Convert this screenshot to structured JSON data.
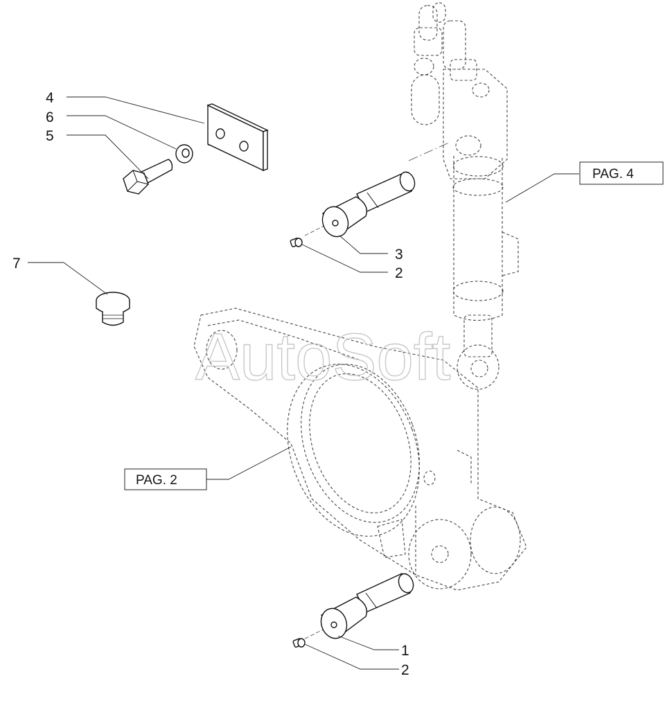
{
  "watermark": "AutoSoft",
  "callouts": {
    "c1": "1",
    "c2a": "2",
    "c2b": "2",
    "c3": "3",
    "c4": "4",
    "c5": "5",
    "c6": "6",
    "c7": "7"
  },
  "references": {
    "pag4": "PAG. 4",
    "pag2": "PAG. 2"
  }
}
